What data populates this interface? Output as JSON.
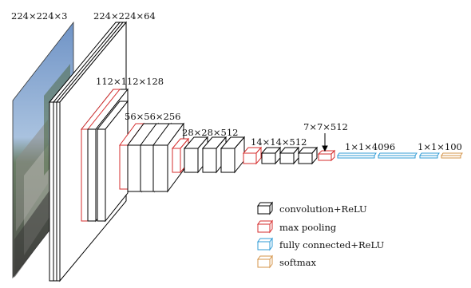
{
  "layers": {
    "input": "224×224×3",
    "conv1": "224×224×64",
    "conv2": "112×112×128",
    "conv3": "56×56×256",
    "conv4": "28×28×512",
    "conv5": "14×14×512",
    "pool5": "7×7×512",
    "fc": "1×1×4096",
    "fc3": "1×1×100"
  },
  "legend": {
    "conv": "convolution+ReLU",
    "pool": "max pooling",
    "fc": "fully connected+ReLU",
    "softmax": "softmax"
  },
  "colors": {
    "conv": "#000000",
    "pool": "#d62d2d",
    "fc": "#2f9bd6",
    "softmax": "#d4944a"
  }
}
